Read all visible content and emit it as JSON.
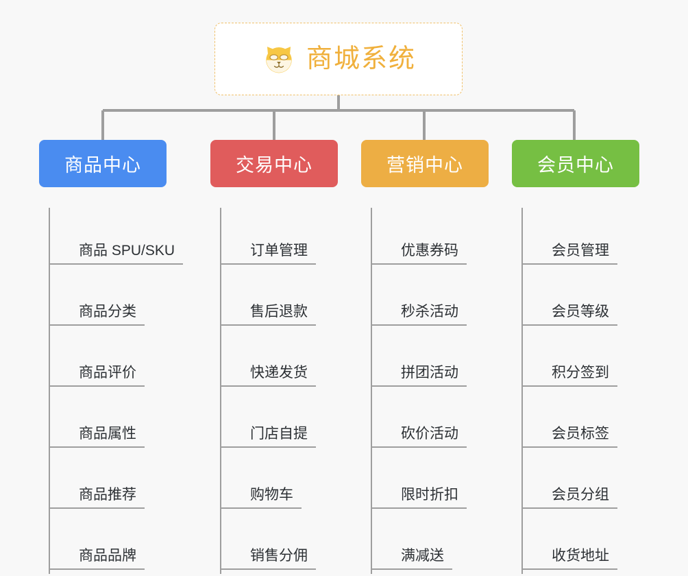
{
  "diagram": {
    "type": "mindmap-tree",
    "background_color": "#f8f8f8",
    "root": {
      "title": "商城系统",
      "icon": "shiba-dog-face-icon",
      "border_color": "#f0c069",
      "text_color": "#f0b03c",
      "background_color": "#ffffff"
    },
    "connector_color": "#9e9e9e",
    "branches": [
      {
        "label": "商品中心",
        "color": "#4a8cf0",
        "items": [
          "商品 SPU/SKU",
          "商品分类",
          "商品评价",
          "商品属性",
          "商品推荐",
          "商品品牌"
        ]
      },
      {
        "label": "交易中心",
        "color": "#e05c5c",
        "items": [
          "订单管理",
          "售后退款",
          "快递发货",
          "门店自提",
          "购物车",
          "销售分佣"
        ]
      },
      {
        "label": "营销中心",
        "color": "#edae44",
        "items": [
          "优惠券码",
          "秒杀活动",
          "拼团活动",
          "砍价活动",
          "限时折扣",
          "满减送"
        ]
      },
      {
        "label": "会员中心",
        "color": "#76bf43",
        "items": [
          "会员管理",
          "会员等级",
          "积分签到",
          "会员标签",
          "会员分组",
          "收货地址"
        ]
      }
    ]
  }
}
